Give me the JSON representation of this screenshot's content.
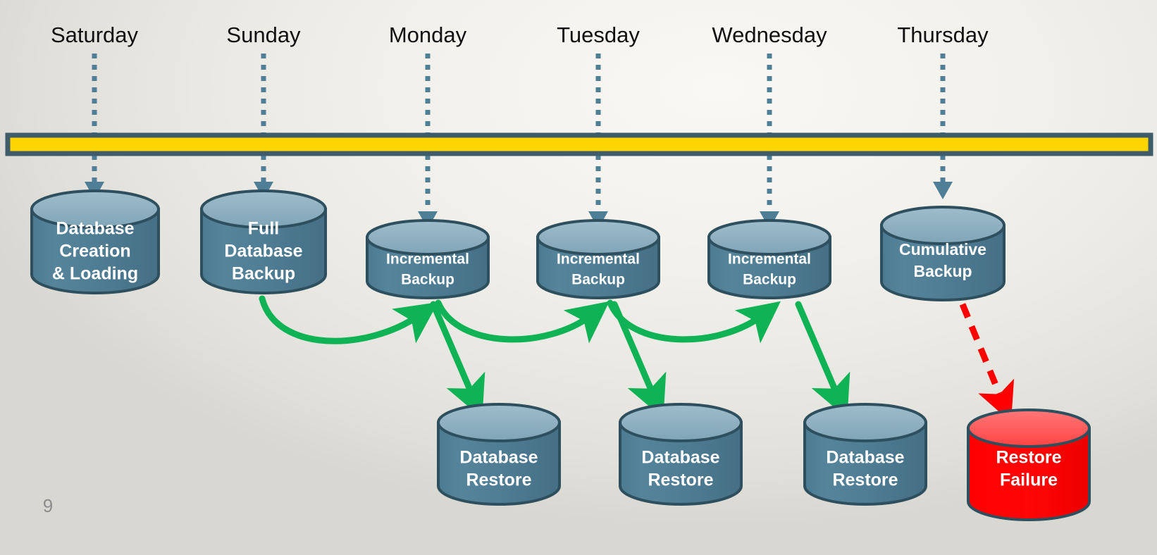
{
  "slide": {
    "page_number": "9",
    "background_color": "#efedE8"
  },
  "timeline": {
    "name": "timeline-bar",
    "fill_color": "#FFD500",
    "border_color": "#3F5C6B",
    "days": [
      {
        "label": "Saturday"
      },
      {
        "label": "Sunday"
      },
      {
        "label": "Monday"
      },
      {
        "label": "Tuesday"
      },
      {
        "label": "Wednesday"
      },
      {
        "label": "Thursday"
      }
    ]
  },
  "backup_nodes": [
    {
      "id": "db-creation-loading",
      "lines": [
        "Database",
        "Creation",
        "& Loading"
      ],
      "day": "Saturday",
      "color": "#4F7F96"
    },
    {
      "id": "full-database-backup",
      "lines": [
        "Full",
        "Database",
        "Backup"
      ],
      "day": "Sunday",
      "color": "#4F7F96"
    },
    {
      "id": "incremental-backup-monday",
      "lines": [
        "Incremental",
        "Backup"
      ],
      "day": "Monday",
      "color": "#4F7F96"
    },
    {
      "id": "incremental-backup-tuesday",
      "lines": [
        "Incremental",
        "Backup"
      ],
      "day": "Tuesday",
      "color": "#4F7F96"
    },
    {
      "id": "incremental-backup-wednesday",
      "lines": [
        "Incremental",
        "Backup"
      ],
      "day": "Wednesday",
      "color": "#4F7F96"
    },
    {
      "id": "cumulative-backup-thursday",
      "lines": [
        "Cumulative",
        "Backup"
      ],
      "day": "Thursday",
      "color": "#4F7F96"
    }
  ],
  "restore_nodes": [
    {
      "id": "database-restore-1",
      "lines": [
        "Database",
        "Restore"
      ],
      "color": "#4F7F96",
      "status": "success"
    },
    {
      "id": "database-restore-2",
      "lines": [
        "Database",
        "Restore"
      ],
      "color": "#4F7F96",
      "status": "success"
    },
    {
      "id": "database-restore-3",
      "lines": [
        "Database",
        "Restore"
      ],
      "color": "#4F7F96",
      "status": "success"
    },
    {
      "id": "restore-failure",
      "lines": [
        "Restore",
        "Failure"
      ],
      "color": "#FF0000",
      "status": "failure"
    }
  ],
  "colors": {
    "cylinder_body": "#4F7F96",
    "cylinder_top": "#8FB3C4",
    "cylinder_stroke": "#2E4F5E",
    "failure_body": "#FF0000",
    "failure_top": "#FF5A5A",
    "success_arrow": "#0FB255",
    "failure_arrow": "#FF0000",
    "dotted_line": "#4F7F96",
    "timeline_yellow": "#FFD500",
    "timeline_border": "#3F5C6B",
    "day_text": "#111111",
    "page_number_text": "#8C8C8C"
  },
  "flows": {
    "chain_arrows_label": "incremental-chain",
    "restore_arrows_label": "restore-arrow",
    "failure_arrow_label": "restore-failure-arrow",
    "day_connector_label": "day-connector"
  }
}
